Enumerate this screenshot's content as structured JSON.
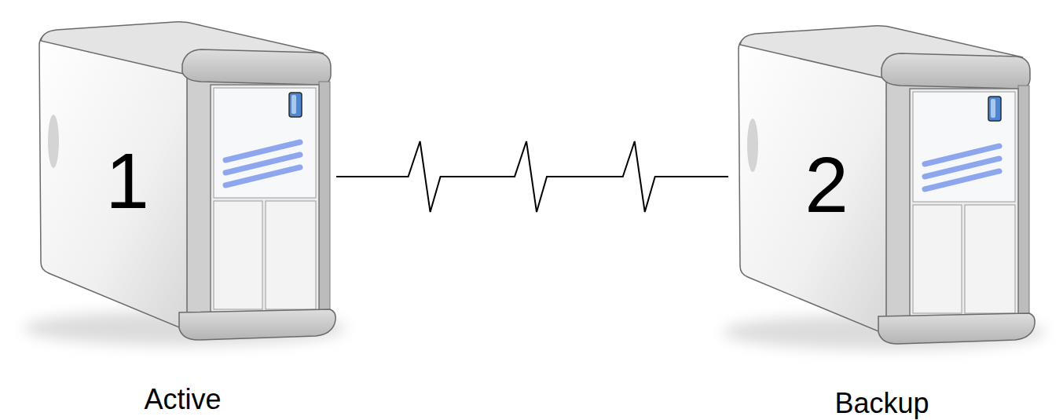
{
  "diagram": {
    "nodes": [
      {
        "text": [
          "1",
          "Active"
        ]
      },
      {
        "text": [
          "2",
          "Backup"
        ]
      }
    ],
    "edges": [
      {
        "from": 0,
        "to": 1,
        "arrow": "none"
      }
    ]
  }
}
